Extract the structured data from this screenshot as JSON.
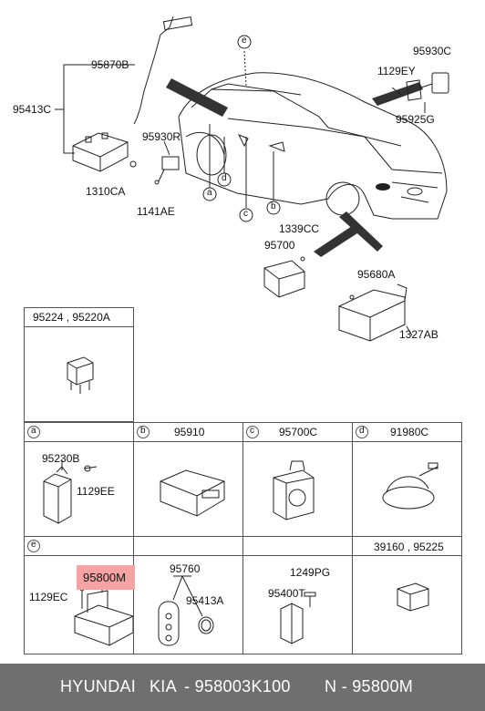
{
  "labels": {
    "l_95870B": "95870B",
    "l_95413C": "95413C",
    "l_95930R": "95930R",
    "l_1310CA": "1310CA",
    "l_1141AE": "1141AE",
    "l_95930C": "95930C",
    "l_1129EY": "1129EY",
    "l_95925G": "95925G",
    "l_1339CC": "1339CC",
    "l_95700": "95700",
    "l_95680A": "95680A",
    "l_1327AB": "1327AB"
  },
  "callouts": {
    "a": "a",
    "b": "b",
    "c": "c",
    "d": "d",
    "e": "e"
  },
  "grid": {
    "relay_header": "95224 , 95220A",
    "cell_a": {
      "letter": "a",
      "part1": "95230B",
      "part2": "1129EE"
    },
    "cell_b": {
      "letter": "b",
      "title": "95910"
    },
    "cell_c": {
      "letter": "c",
      "title": "95700C"
    },
    "cell_d": {
      "letter": "d",
      "title": "91980C"
    },
    "cell_e": {
      "letter": "e",
      "highlight": "95800M",
      "part2": "1129EC"
    },
    "cell_key": {
      "title": "95760",
      "part2": "95413A"
    },
    "cell_bracket": {
      "part1": "1249PG",
      "part2": "95400T"
    },
    "cell_relay2": {
      "title": "39160 , 95225"
    }
  },
  "footer": {
    "brand": "HYUNDAI",
    "make": "KIA",
    "part_number": "- 958003K100",
    "n_number": "N - 95800M"
  },
  "colors": {
    "highlight": "#f5a3a3",
    "footer_bg": "#6f6f6f",
    "footer_text": "#ffffff"
  }
}
